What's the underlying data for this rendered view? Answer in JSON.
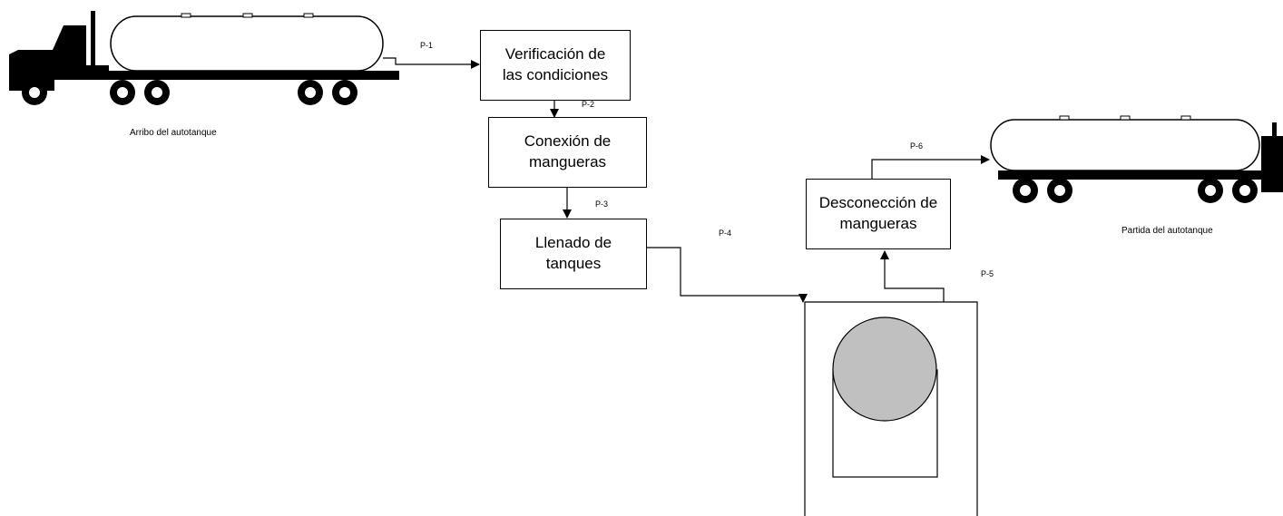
{
  "trucks": {
    "arrival_caption": "Arribo del autotanque",
    "departure_caption": "Partida del autotanque"
  },
  "steps": {
    "verify": "Verificación de\nlas condiciones",
    "connect": "Conexión de\nmangueras",
    "fill": "Llenado de\ntanques",
    "disconnect": "Desconección de\nmangueras"
  },
  "streams": {
    "p1": "P-1",
    "p2": "P-2",
    "p3": "P-3",
    "p4": "P-4",
    "p5": "P-5",
    "p6": "P-6"
  },
  "colors": {
    "truck_fill": "#000000",
    "tank_fill": "#ffffff",
    "storage_tank_fill": "#c0c0c0",
    "line": "#000000"
  }
}
